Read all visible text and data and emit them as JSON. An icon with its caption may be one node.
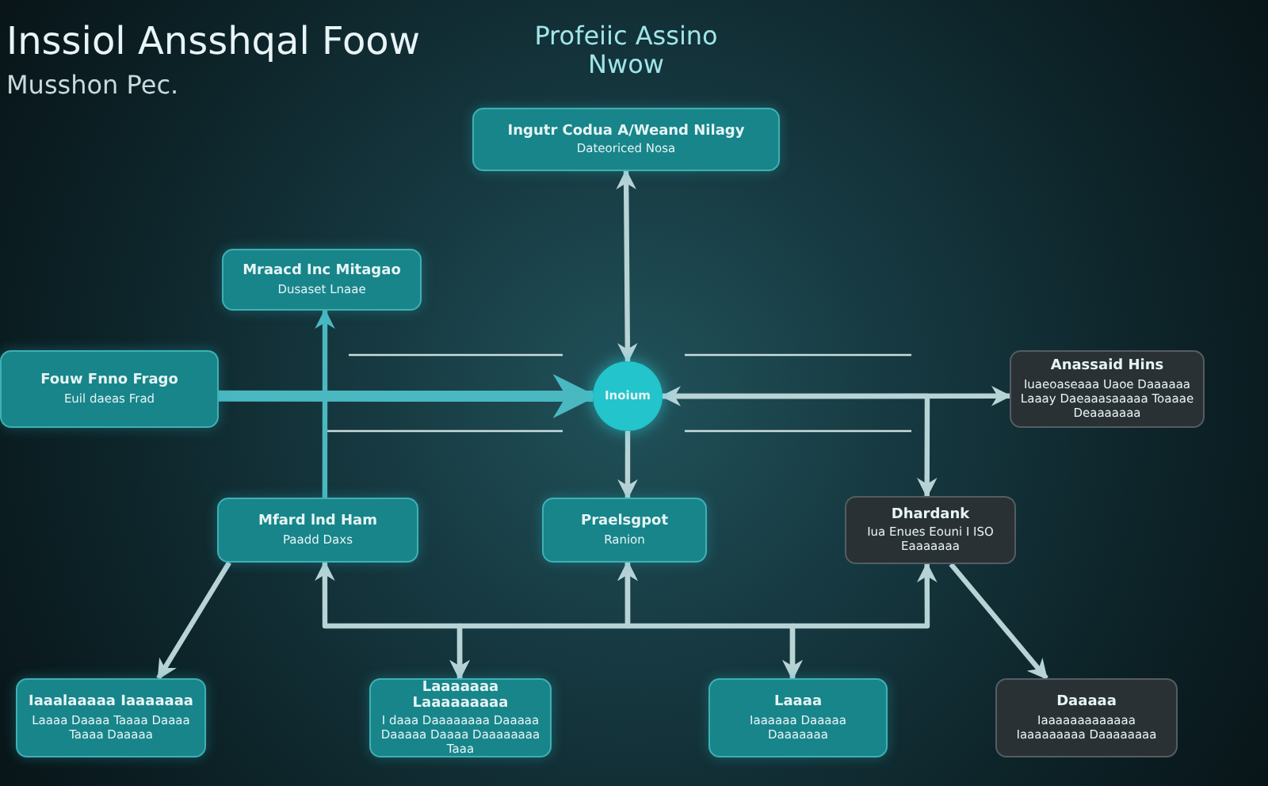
{
  "diagram": {
    "title": "Inssiol Ansshqal Foow",
    "nodes": [
      {
        "text": [
          "Ingutr Codua A/Weand Nilagy",
          "Dateoriced Nosa"
        ]
      },
      {
        "text": [
          "Mraacd Inc Mitagao",
          "Dusaset Lnaae"
        ]
      },
      {
        "text": [
          "Fouw Fnno Frago",
          "Euil daeas Frad"
        ]
      },
      {
        "text": [
          "Inoium"
        ]
      },
      {
        "text": [
          "Anassaid Hins",
          "Iuaeoaseaaa Uaoe Daaaaaa Laaay Daeaaasaaaaa Toaaae Deaaaaaaa"
        ]
      },
      {
        "text": [
          "Mfard lnd Ham",
          "Paadd Daxs"
        ]
      },
      {
        "text": [
          "Praelsgpot",
          "Ranion"
        ]
      },
      {
        "text": [
          "Dhardank",
          "Iua Enues Eouni I ISO Eaaaaaaa"
        ]
      },
      {
        "text": [
          "Iaaalaaaaa Iaaaaaaa",
          "Laaaa Daaaa Taaaa Daaaa Taaaa Daaaaa"
        ]
      },
      {
        "text": [
          "Laaaaaaa Laaaaaaaaa",
          "I daaa Daaaaaaaa Daaaaa Daaaaa Daaaa Daaaaaaaa Taaa"
        ]
      },
      {
        "text": [
          "Laaaa",
          "Iaaaaaa Daaaaa Daaaaaaa"
        ]
      },
      {
        "text": [
          "Daaaaa",
          "Iaaaaaaaaaaaaa Iaaaaaaaaa Daaaaaaaa"
        ]
      }
    ],
    "edges": [
      {
        "from": 0,
        "to": 3,
        "arrow": "both"
      },
      {
        "from": 2,
        "to": 3,
        "arrow": "to",
        "color": "#4ab8c0",
        "style": "thick"
      },
      {
        "from": 2,
        "to": 1,
        "arrow": "to",
        "color": "#4ab8c0"
      },
      {
        "from": 2,
        "to": 5,
        "arrow": "none",
        "color": "#4ab8c0"
      },
      {
        "from": 3,
        "to": 4,
        "arrow": "both"
      },
      {
        "from": 3,
        "to": 7,
        "arrow": "to"
      },
      {
        "from": 3,
        "to": 6,
        "arrow": "to"
      },
      {
        "from": 5,
        "to": 8,
        "arrow": "to"
      },
      {
        "from": 7,
        "to": 11,
        "arrow": "to"
      },
      {
        "from": 5,
        "to": 9,
        "arrow": "both"
      },
      {
        "from": 6,
        "to": 9,
        "arrow": "both"
      },
      {
        "from": 6,
        "to": 10,
        "arrow": "both"
      },
      {
        "from": 7,
        "to": 10,
        "arrow": "both"
      }
    ],
    "labels": [
      "Musshon Pec.",
      "Profeiic Assino Nwow"
    ]
  }
}
